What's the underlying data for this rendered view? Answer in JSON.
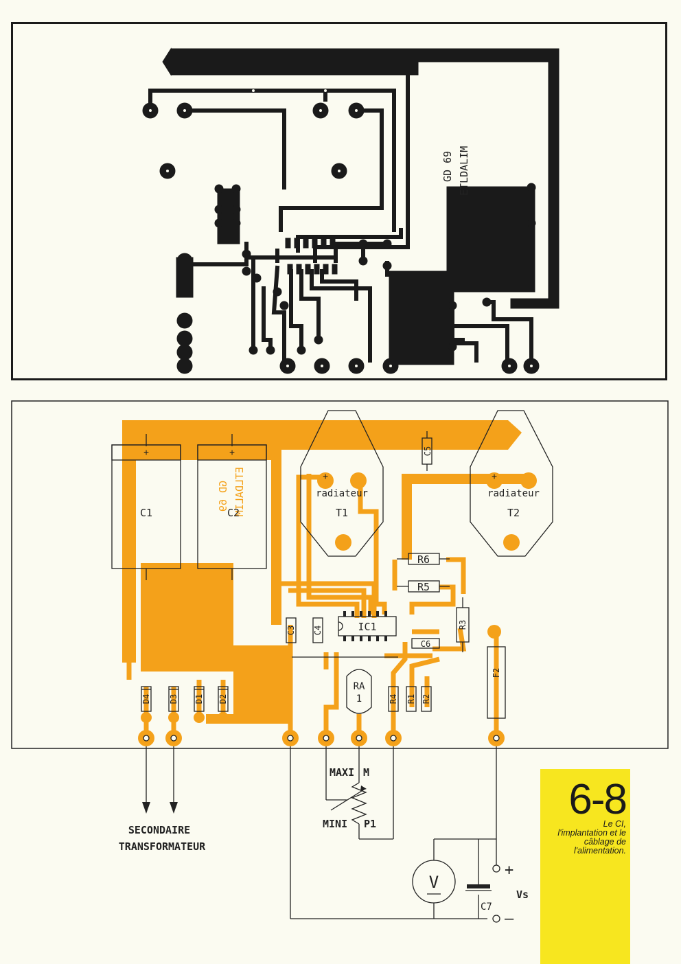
{
  "pcb": {
    "silk_lines": [
      "GD 69",
      "ETLDALIM"
    ]
  },
  "layout": {
    "components": {
      "c1": "C1",
      "c2": "C2",
      "c3": "C3",
      "c4": "C4",
      "c5": "C5",
      "c6": "C6",
      "c7": "C7",
      "t1": "T1",
      "t2": "T2",
      "radiateur": "radiateur",
      "ic1": "IC1",
      "ra1_top": "RA",
      "ra1_bottom": "1",
      "r1": "R1",
      "r2": "R2",
      "r3": "R3",
      "r4": "R4",
      "r5": "R5",
      "r6": "R6",
      "f2": "F2",
      "d1": "D1",
      "d2": "D2",
      "d3": "D3",
      "d4": "D4",
      "plus": "+"
    },
    "mirrored_text": [
      "GD 69",
      "ETLDALIM"
    ]
  },
  "wiring": {
    "secondary_line1": "SECONDAIRE",
    "secondary_line2": "TRANSFORMATEUR",
    "maxi": "MAXI",
    "m": "M",
    "mini": "MINI",
    "p1": "P1",
    "voltmeter": "V",
    "plus": "+",
    "minus": "–",
    "vs": "Vs"
  },
  "figure": {
    "number": "6-8",
    "caption_lines": [
      "Le CI,",
      "l'implantation et le",
      "câblage de",
      "l'alimentation."
    ]
  },
  "colors": {
    "copper": "#f4a11a",
    "ink": "#1a1a1a",
    "figure_box": "#f7e61f",
    "paper": "#fbfbf1"
  }
}
